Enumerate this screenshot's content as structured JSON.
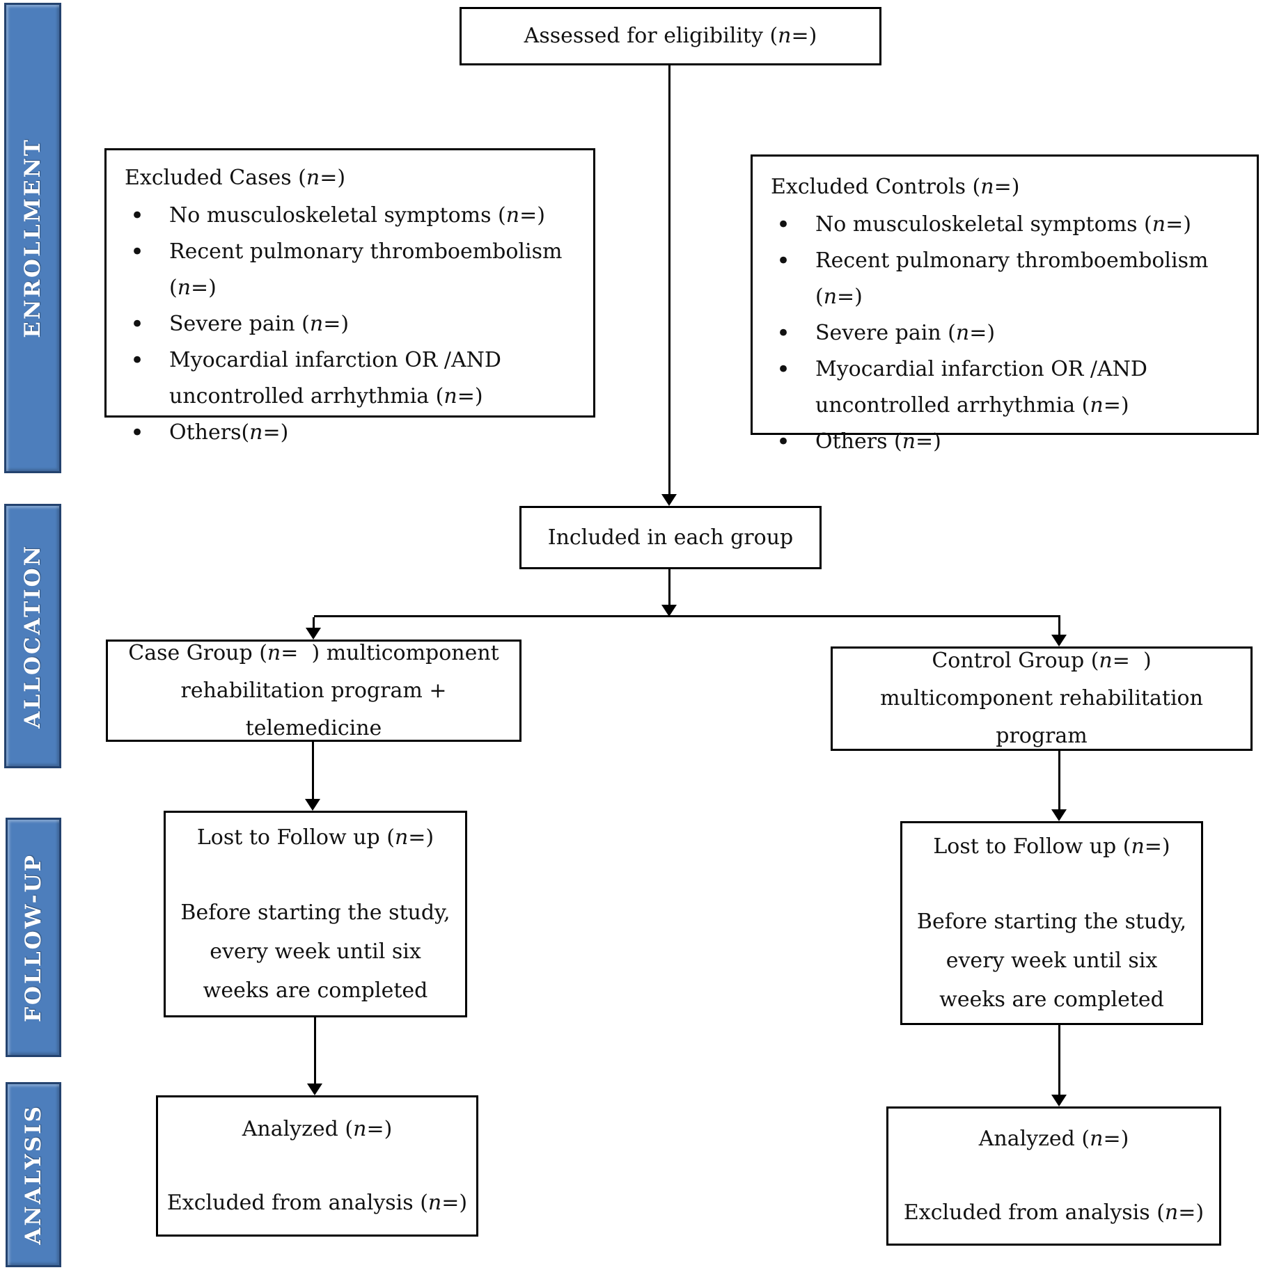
{
  "banners": [
    {
      "label": "ENROLLMENT"
    },
    {
      "label": "ALLOCATION"
    },
    {
      "label": "FOLLOW-UP"
    },
    {
      "label": "ANALYSIS"
    }
  ],
  "colors": {
    "banner_fill": "#4d7ebc",
    "banner_border": "#24436f",
    "banner_text": "#ffffff",
    "box_border": "#000000",
    "box_background": "#ffffff"
  },
  "boxes": {
    "assessed": {
      "pre": "Assessed for eligibility (",
      "var": "n",
      "post": "=)"
    },
    "excluded_cases": {
      "title_pre": "Excluded Cases (",
      "title_var": "n",
      "title_post": "=)",
      "bullets": [
        {
          "pre": "No musculoskeletal symptoms (",
          "var": "n",
          "post": "=)"
        },
        {
          "pre": "Recent pulmonary thromboembolism (",
          "var": "n",
          "post": "=)"
        },
        {
          "pre": "Severe pain (",
          "var": "n",
          "post": "=)"
        },
        {
          "pre": "Myocardial infarction OR /AND uncontrolled arrhythmia (",
          "var": "n",
          "post": "=)"
        },
        {
          "pre": "Others(",
          "var": "n",
          "post": "=)"
        }
      ]
    },
    "excluded_controls": {
      "title_pre": "Excluded Controls (",
      "title_var": "n",
      "title_post": "=)",
      "bullets": [
        {
          "pre": "No musculoskeletal symptoms (",
          "var": "n",
          "post": "=)"
        },
        {
          "pre": "Recent pulmonary thromboembolism (",
          "var": "n",
          "post": "=)"
        },
        {
          "pre": "Severe pain (",
          "var": "n",
          "post": "=)"
        },
        {
          "pre": "Myocardial infarction OR /AND uncontrolled arrhythmia (",
          "var": "n",
          "post": "=)"
        },
        {
          "pre": "Others (",
          "var": "n",
          "post": "=)"
        }
      ]
    },
    "included": {
      "text": "Included in each group"
    },
    "case_group": {
      "pre": "Case Group (",
      "var": "n",
      "post": "=  ) multicomponent rehabilitation program + telemedicine"
    },
    "control_group": {
      "pre": "Control Group (",
      "var": "n",
      "post": "=  ) multicomponent rehabilitation program"
    },
    "lost_left": {
      "title_pre": "Lost to Follow up (",
      "title_var": "n",
      "title_post": "=)",
      "body": "Before starting the study, every week until six weeks are completed"
    },
    "lost_right": {
      "title_pre": "Lost to Follow up (",
      "title_var": "n",
      "title_post": "=)",
      "body": "Before starting the study, every week until six weeks are completed"
    },
    "analyzed_left": {
      "line1_pre": "Analyzed (",
      "line1_var": "n",
      "line1_post": "=)",
      "line2_pre": "Excluded from analysis (",
      "line2_var": "n",
      "line2_post": "=)"
    },
    "analyzed_right": {
      "line1_pre": "Analyzed (",
      "line1_var": "n",
      "line1_post": "=)",
      "line2_pre": "Excluded from analysis (",
      "line2_var": "n",
      "line2_post": "=)"
    }
  }
}
